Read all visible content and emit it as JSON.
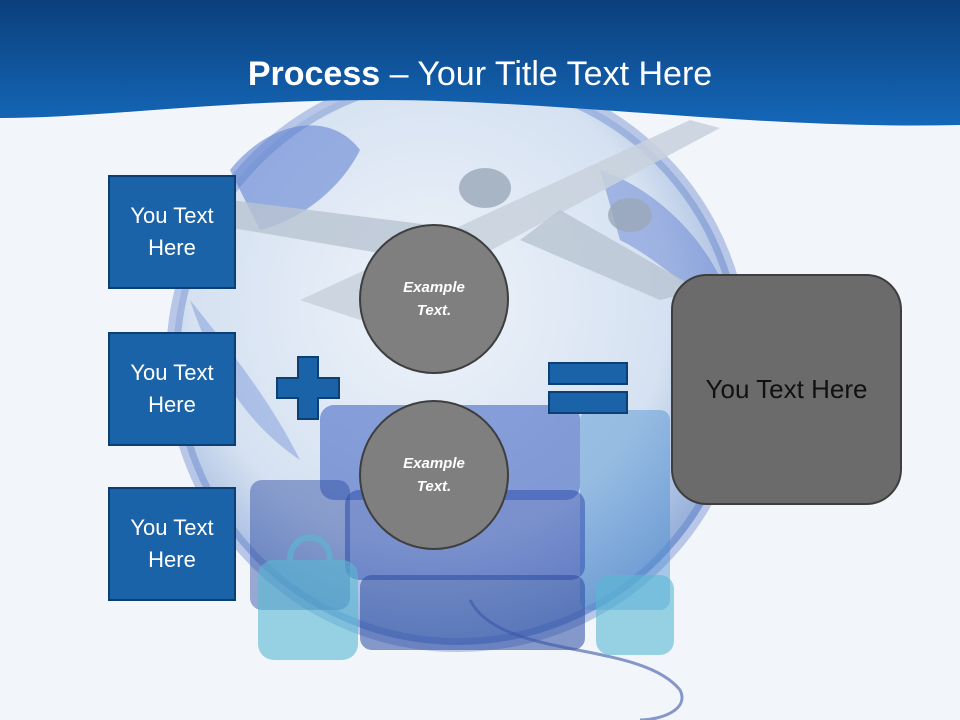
{
  "title": {
    "bold": "Process",
    "rest": " – Your Title Text Here"
  },
  "boxes": [
    {
      "label": "You Text Here"
    },
    {
      "label": "You Text Here"
    },
    {
      "label": "You Text Here"
    }
  ],
  "circles": [
    {
      "label": "Example Text."
    },
    {
      "label": "Example Text."
    }
  ],
  "result": {
    "label": "You Text Here"
  },
  "colors": {
    "header": "#0f5aa3",
    "box_fill": "#1b63a8",
    "circle_fill": "#7f7f7f",
    "result_fill": "#6b6b6b"
  },
  "icons": [
    "plus-icon",
    "equals-icon"
  ]
}
